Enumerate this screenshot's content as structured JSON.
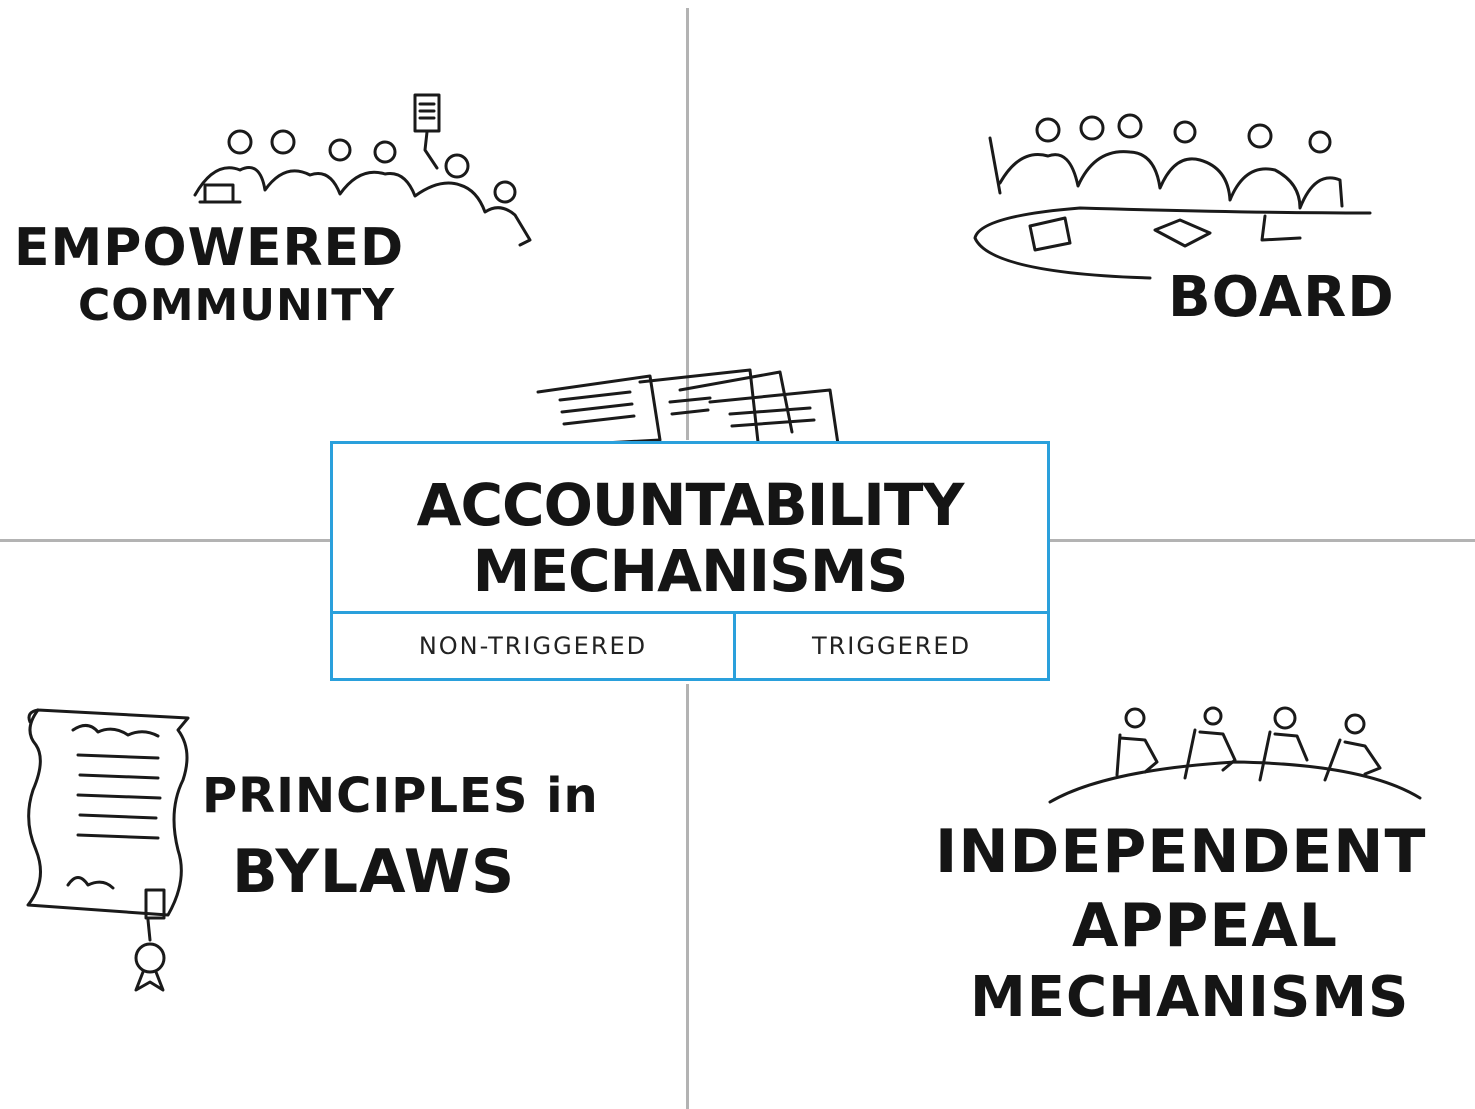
{
  "center": {
    "title_line1": "ACCOUNTABILITY",
    "title_line2": "MECHANISMS",
    "left_cell": "NON-TRIGGERED",
    "right_cell": "TRIGGERED"
  },
  "quadrants": {
    "top_left": {
      "line1": "EMPOWERED",
      "line2": "COMMUNITY"
    },
    "top_right": {
      "line1": "BOARD"
    },
    "bottom_left": {
      "line1": "PRINCIPLES in",
      "line2": "BYLAWS"
    },
    "bottom_right": {
      "line1": "INDEPENDENT",
      "line2": "APPEAL",
      "line3": "MECHANISMS"
    }
  },
  "colors": {
    "box_border": "#2aa0dc",
    "divider": "#b3b3b3",
    "ink": "#1a1a1a"
  }
}
